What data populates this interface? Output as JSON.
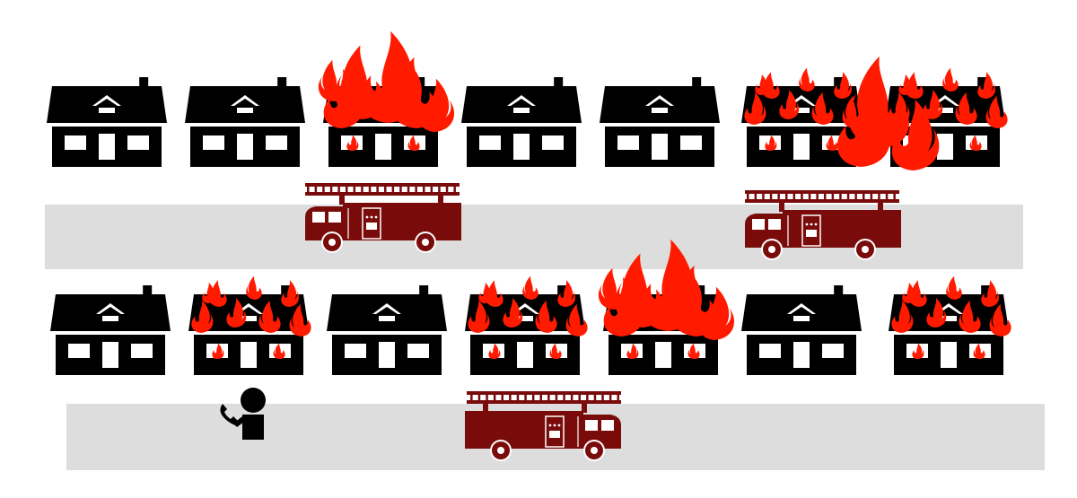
{
  "colors": {
    "house": "#000000",
    "window": "#ffffff",
    "fire": "#ff1a00",
    "truck": "#7a0b0b",
    "road": "#dddddd",
    "person": "#000000"
  },
  "rows": [
    {
      "houses": [
        {
          "fire": "none"
        },
        {
          "fire": "none"
        },
        {
          "fire": "large"
        },
        {
          "fire": "none"
        },
        {
          "fire": "none"
        },
        {
          "fire": "small"
        },
        {
          "fire": "small"
        }
      ],
      "spreading_fire_between": [
        5,
        6
      ]
    },
    {
      "houses": [
        {
          "fire": "none"
        },
        {
          "fire": "small"
        },
        {
          "fire": "none"
        },
        {
          "fire": "small"
        },
        {
          "fire": "large"
        },
        {
          "fire": "none"
        },
        {
          "fire": "small"
        }
      ]
    }
  ],
  "roads": [
    {
      "trucks": [
        {
          "direction": "left"
        },
        {
          "direction": "left"
        }
      ]
    },
    {
      "trucks": [
        {
          "direction": "right"
        }
      ],
      "caller": {
        "icon": "phone-icon"
      }
    }
  ]
}
